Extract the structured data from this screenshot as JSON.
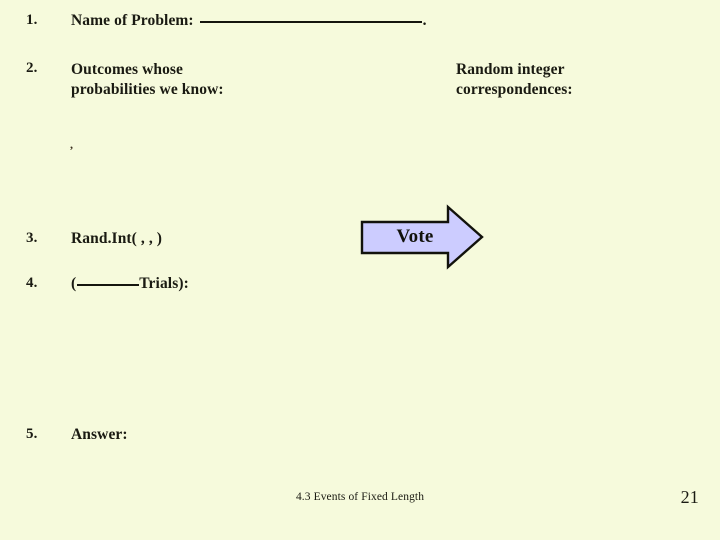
{
  "slide": {
    "background_color": "#f6fadc",
    "text_color": "#1a1a12"
  },
  "items": [
    {
      "number": "1.",
      "label_before": "Name of Problem: ",
      "label_after": "."
    },
    {
      "number": "2.",
      "line1": "Outcomes whose",
      "line2": "probabilities we know:"
    },
    {
      "number": "3.",
      "text": "Rand.Int(      ,      ,      )"
    },
    {
      "number": "4.",
      "text_before": "(",
      "text_after": "Trials):"
    },
    {
      "number": "5.",
      "text": "Answer:"
    }
  ],
  "right_column": {
    "line1": "Random integer",
    "line2": "correspondences:"
  },
  "stray_mark": {
    "glyph": ","
  },
  "vote_arrow": {
    "label": "Vote",
    "fill_color": "#ccccff",
    "stroke_color": "#12120c"
  },
  "footer": {
    "title": "4.3  Events of Fixed Length",
    "page_number": "21"
  }
}
